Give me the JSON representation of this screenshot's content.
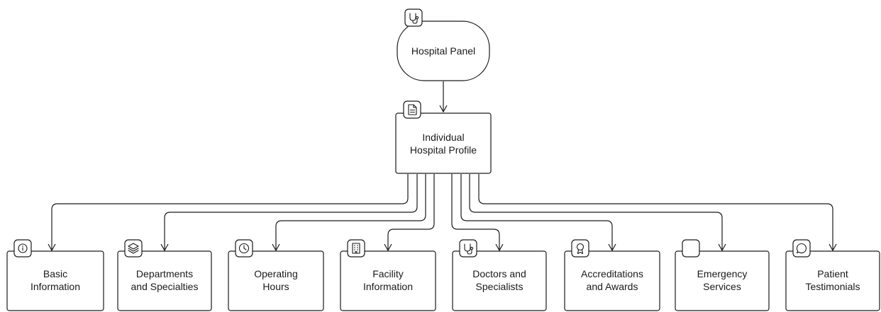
{
  "root": {
    "label": "Hospital Panel",
    "icon": "stethoscope-icon"
  },
  "profile": {
    "lines": [
      "Individual",
      "Hospital Profile"
    ],
    "icon": "document-icon"
  },
  "children": [
    {
      "lines": [
        "Basic",
        "Information"
      ],
      "icon": "info-icon"
    },
    {
      "lines": [
        "Departments",
        "and Specialties"
      ],
      "icon": "layers-icon"
    },
    {
      "lines": [
        "Operating",
        "Hours"
      ],
      "icon": "clock-icon"
    },
    {
      "lines": [
        "Facility",
        "Information"
      ],
      "icon": "building-icon"
    },
    {
      "lines": [
        "Doctors and",
        "Specialists"
      ],
      "icon": "stethoscope-icon"
    },
    {
      "lines": [
        "Accreditations",
        "and Awards"
      ],
      "icon": "award-icon"
    },
    {
      "lines": [
        "Emergency",
        "Services"
      ],
      "icon": "blank-icon"
    },
    {
      "lines": [
        "Patient",
        "Testimonials"
      ],
      "icon": "message-circle-icon"
    }
  ]
}
